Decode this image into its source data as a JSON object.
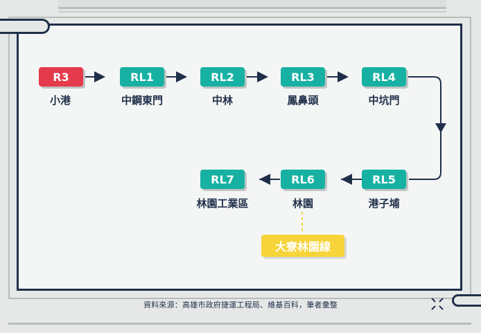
{
  "diagram": {
    "stations": [
      {
        "code": "R3",
        "name": "小港",
        "color": "#e53a4b"
      },
      {
        "code": "RL1",
        "name": "中鋼東門",
        "color": "#17b1a3"
      },
      {
        "code": "RL2",
        "name": "中林",
        "color": "#17b1a3"
      },
      {
        "code": "RL3",
        "name": "鳳鼻頭",
        "color": "#17b1a3"
      },
      {
        "code": "RL4",
        "name": "中坑門",
        "color": "#17b1a3"
      },
      {
        "code": "RL5",
        "name": "港子埔",
        "color": "#17b1a3"
      },
      {
        "code": "RL6",
        "name": "林園",
        "color": "#17b1a3"
      },
      {
        "code": "RL7",
        "name": "林園工業區",
        "color": "#17b1a3"
      }
    ],
    "branch": {
      "label": "大寮林園線",
      "color": "#f6d43a"
    },
    "line_color": "#1f2f4a"
  },
  "footnote": "資料來源：高雄市政府捷運工程局、維基百科，筆者彙整"
}
